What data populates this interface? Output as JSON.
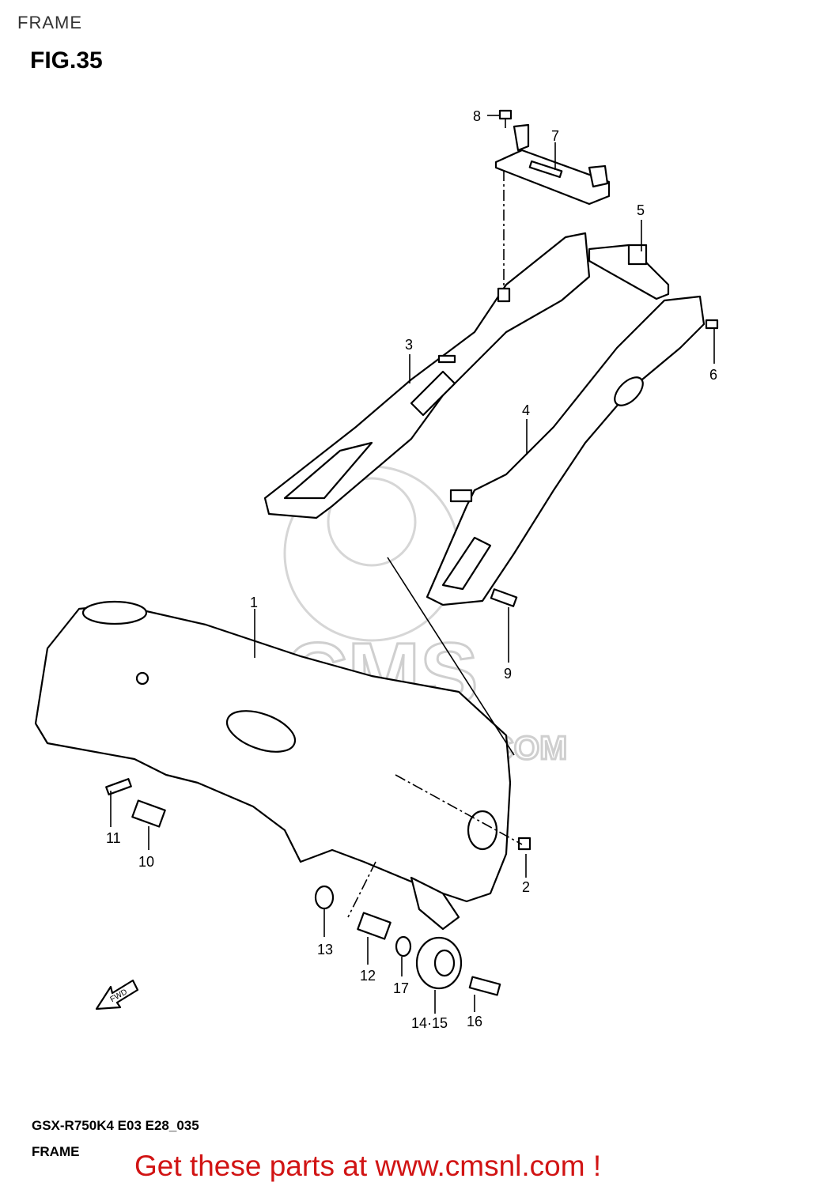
{
  "header": {
    "section": "FRAME",
    "figure": "FIG.35"
  },
  "watermark": {
    "logo_text": "CMS",
    "url_text": "WWW.CMSNL.COM"
  },
  "fwd_arrow_label": "FWD",
  "callouts": [
    {
      "id": "c1",
      "text": "1"
    },
    {
      "id": "c2",
      "text": "2"
    },
    {
      "id": "c3",
      "text": "3"
    },
    {
      "id": "c4",
      "text": "4"
    },
    {
      "id": "c5",
      "text": "5"
    },
    {
      "id": "c6",
      "text": "6"
    },
    {
      "id": "c7",
      "text": "7"
    },
    {
      "id": "c8",
      "text": "8"
    },
    {
      "id": "c9",
      "text": "9"
    },
    {
      "id": "c10",
      "text": "10"
    },
    {
      "id": "c11",
      "text": "11"
    },
    {
      "id": "c12",
      "text": "12"
    },
    {
      "id": "c13",
      "text": "13"
    },
    {
      "id": "c14",
      "text": "14·15"
    },
    {
      "id": "c16",
      "text": "16"
    },
    {
      "id": "c17",
      "text": "17"
    }
  ],
  "footer": {
    "model_code": "GSX-R750K4 E03 E28_035",
    "title": "FRAME",
    "promo": "Get these parts at www.cmsnl.com !"
  }
}
